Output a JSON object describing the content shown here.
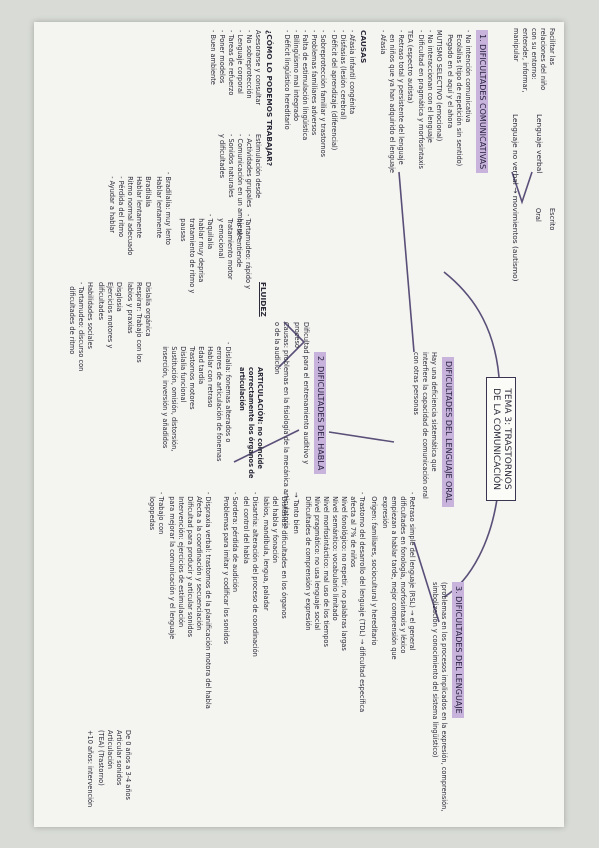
{
  "title": "TEMA 3: TRASTORNOS DE LA COMUNICACIÓN",
  "main_topic": {
    "heading": "DIFICULTADES DEL LENGUAJE ORAL",
    "definition": "Hay una deficiencia sistemática que interfiere la capacidad de comunicación oral con otras personas"
  },
  "intro": {
    "functions": "Facilitar las relaciones del niño con su entorno: entender, informar, manipular",
    "lenguaje": "Lenguaje verbal",
    "escrito": "Escrito",
    "oral": "Oral",
    "no_verbal": "Lenguaje no verbal → movimientos (autismo)"
  },
  "section1": {
    "heading": "1. DIFICULTADES COMUNICATIVAS",
    "lines": [
      "- No intención comunicativa",
      "  Ecolalias (tipo de repetición sin sentido)",
      "  Pegado en el aquí y el ahora",
      "MUTISMO SELECTIVO (emocional)",
      "- No interaccionan con el lenguaje",
      "- Dificultad en pragmática y morfosintaxis",
      "TEA (espectro autista)",
      "- Retraso total y persistente del lenguaje",
      "  en niños que ya han adquirido el lenguaje",
      "- Afasia"
    ],
    "causes_title": "CAUSAS",
    "causes": [
      "- Afasia infantil congénita",
      "- Disfasias (lesión cerebral)",
      "- Déficit del aprendizaje (diferencial)",
      "- Sobreprotección familiar y trastornos",
      "- Problemas familiares adversos",
      "- Falta de estimulación lingüística",
      "- Bilingüismo mal integrado",
      "- Déficit lingüístico hereditario"
    ],
    "detect_title": "¿CÓMO LO PODEMOS TRABAJAR?",
    "detect": [
      "Asesorarse y consultar",
      "- No sobreprotección",
      "- Lenguaje corporal",
      "- Tareas de refuerzo",
      "- Poner modelos",
      "- Buen ambiente"
    ],
    "detect_right": [
      "Estimulación desde",
      "- Actividades grupales",
      "- Comunicación en un ambiente",
      "- Sonidos naturales",
      "y dificultades"
    ]
  },
  "section2": {
    "heading": "2. DIFICULTADES DEL HABLA",
    "lines": [
      "Dificultad para el entrenamiento auditivo y",
      "proceso",
      "Causas: problemas en la fisiología de la mecánica articulatoria",
      "o de la audición"
    ],
    "fluidez": "FLUIDEZ",
    "tartamudeo": [
      "- Tartamudeo: rápido y",
      "  no se entiende",
      "  Tratamiento motor",
      "  y emocional",
      "- Taquilalia",
      "  hablar muy deprisa",
      "  tratamiento de ritmo y",
      "  pausas"
    ],
    "bradilalia": [
      "- Bradilalia: muy lento",
      "  Hablar lentamente",
      "  Bradilalia",
      "  Hablar lentamente",
      "  Ritmo normal adecuado",
      "  - Pérdida del ritmo",
      "  - Ayudar a hablar"
    ],
    "articulacion": "ARTICULACIÓN: no coincide correctamente los órganos de articulación",
    "artic_lines": [
      "- Dislalia: fonemas alterados o",
      "  errores de articulación de fonemas",
      "  Hablar con retraso",
      "  Edad tardía",
      "  Trastornos motores",
      "  Dislalia funcional",
      "  Sustitución, omisión, distorsión,",
      "  inserción, inversión y añadidos"
    ],
    "lower": [
      "Dislalia orgánica",
      "Respirar: Trabajo con los",
      "labios y praxias",
      "Disglosia",
      "Ejercicios motores y",
      "dificultades",
      "Habilidades sociales",
      "- Tartamudeo: discurso con",
      "  dificultades de ritmo"
    ]
  },
  "section3": {
    "heading": "3. DIFICULTADES DEL LENGUAJE",
    "subtitle": "(problemas en los procesos implicados en la expresión, comprensión, simbolización y conocimiento del sistema lingüístico)",
    "lines": [
      "- Retraso simple del lenguaje (RSL) → el general",
      "  dificultades en fonología, morfosintaxis y léxico",
      "  empiezan a hablar tarde, mejor comprensión que",
      "  expresión",
      "  Origen: familiares, sociocultural y hereditario",
      "- Trastorno del desarrollo del lenguaje (TDL) → dificultad específica",
      "  afecta al 7% de niños",
      "  Nivel fonológico: no repetir, no palabras largas",
      "  Nivel semántico: vocabulario limitado",
      "  Nivel morfosintáctico: mal uso de los tiempos",
      "  Nivel pragmático: no usa lenguaje social",
      "  Dificultades de comprensión y expresión"
    ],
    "inline_note": "→ Tanto bien",
    "afasia": [
      "- Disfasias: dificultades en los órganos",
      "  del habla y fonación",
      "  labios, mandíbula, lengua, paladar",
      "- Disartria: alteración del proceso de coordinación",
      "  del control del habla",
      "- Sordera: pérdida de audición",
      "  Problemas para imitar y codificar los sonidos"
    ],
    "right_col": [
      "- Dispraxia verbal: trastornos de la planificación motora del habla",
      "  Afecta a la coordinación y secuenciación",
      "  Dificultad para producir y articular sonidos",
      "  Intervención: ejercicios de estimulación",
      "  para mejorar la comunicación y el lenguaje",
      "- Trabajo con",
      "  logopedas"
    ],
    "age_notes": [
      "De 0 años a 3-4 años",
      "Articular sonidos",
      "Articulación",
      "(TEA) (Trastorno)",
      "+10 años: intervención"
    ]
  }
}
